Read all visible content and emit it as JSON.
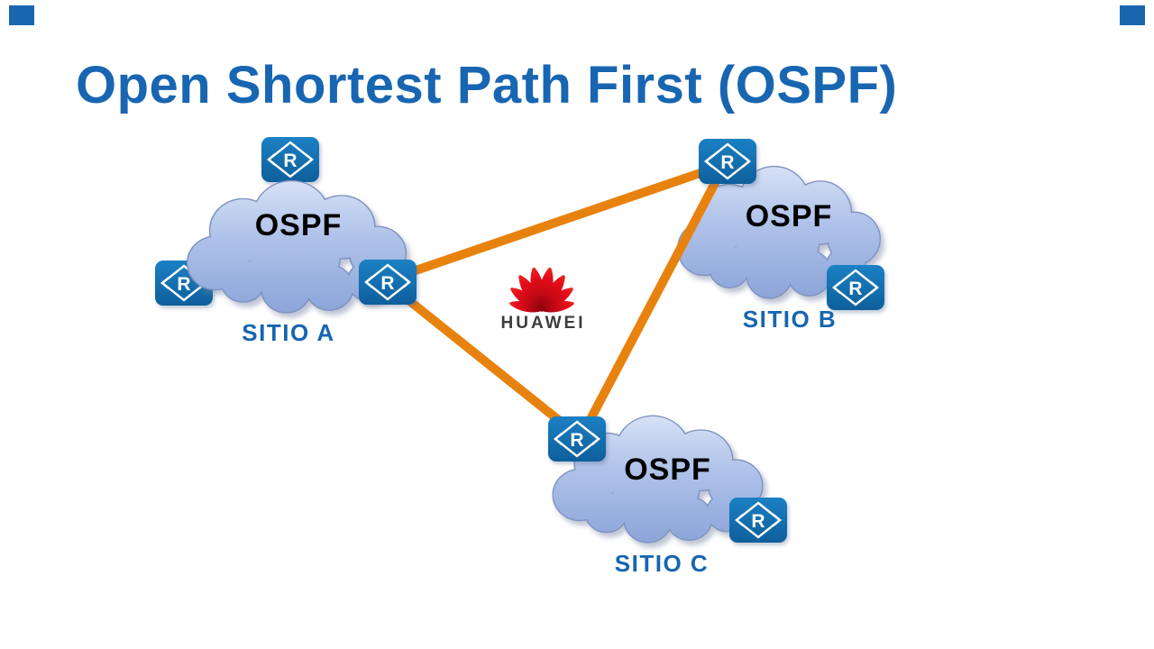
{
  "slide": {
    "title": "Open Shortest Path First (OSPF)"
  },
  "logo": {
    "brand": "HUAWEI"
  },
  "router": {
    "letter": "R",
    "name": "huawei-router"
  },
  "sites": [
    {
      "id": "A",
      "protocol": "OSPF",
      "label": "SITIO A"
    },
    {
      "id": "B",
      "protocol": "OSPF",
      "label": "SITIO B"
    },
    {
      "id": "C",
      "protocol": "OSPF",
      "label": "SITIO C"
    }
  ],
  "links": [
    {
      "from": "SITIO A",
      "to": "SITIO B"
    },
    {
      "from": "SITIO A",
      "to": "SITIO C"
    },
    {
      "from": "SITIO B",
      "to": "SITIO C"
    }
  ],
  "colors": {
    "title_blue": "#1866B2",
    "site_label_blue": "#1865B0",
    "router_blue": "#1173B5",
    "link_orange": "#E8820E",
    "cloud_top": "#DAE4F7",
    "cloud_bottom": "#8CA4D8",
    "cloud_outline": "#7E92C0",
    "huawei_red": "#D80A17",
    "ospf_text": "#000000",
    "background": "#FFFFFF"
  }
}
